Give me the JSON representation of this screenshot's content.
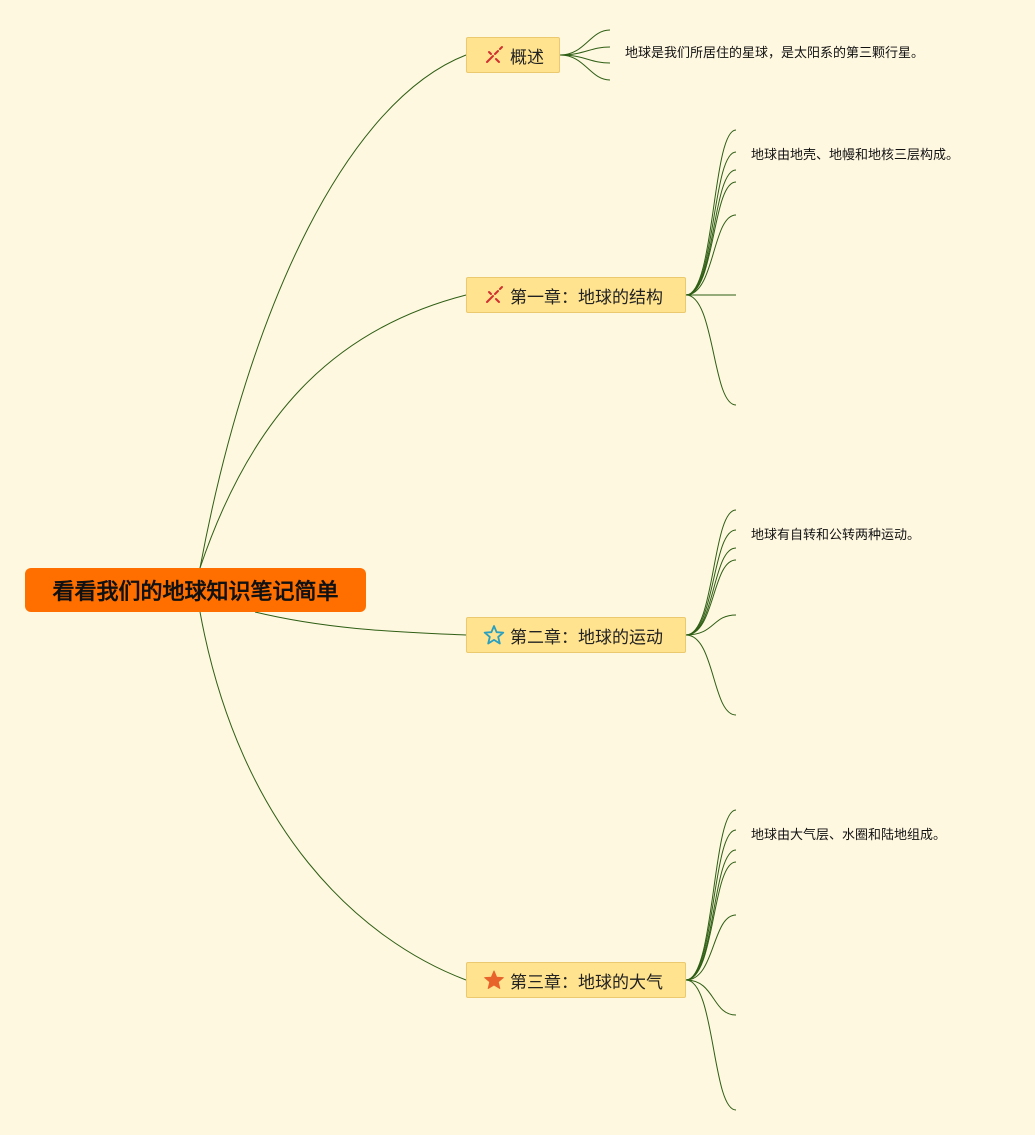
{
  "root": {
    "title": "看看我们的地球知识笔记简单"
  },
  "colors": {
    "root_bg": "#ff6f00",
    "topic_bg": "#ffe38e",
    "line": "#2e5e14",
    "background": "#fff8e1"
  },
  "topics": [
    {
      "label": "概述",
      "icon": "pen-mark-icon",
      "leaf": "地球是我们所居住的星球，是太阳系的第三颗行星。"
    },
    {
      "label": "第一章：地球的结构",
      "icon": "pen-mark-icon",
      "leaf": "地球由地壳、地幔和地核三层构成。"
    },
    {
      "label": "第二章：地球的运动",
      "icon": "star-outline-icon",
      "leaf": "地球有自转和公转两种运动。"
    },
    {
      "label": "第三章：地球的大气",
      "icon": "star-filled-icon",
      "leaf": "地球由大气层、水圈和陆地组成。"
    }
  ]
}
